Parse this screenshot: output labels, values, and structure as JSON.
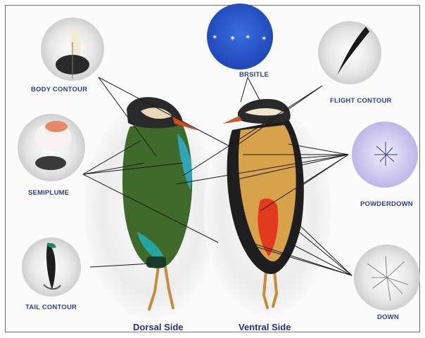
{
  "labels": {
    "body_contour": "BODY CONTOUR",
    "brsitle": "BRSITLE",
    "flight_contour": "FLIGHT CONTOUR",
    "semiplume": "SEMIPLUME",
    "powderdown": "POWDERDOWN",
    "tail_contour": "TAIL CONTOUR",
    "down": "DOWN",
    "dorsal_side": "Dorsal Side",
    "ventral_side": "Ventral Side"
  },
  "colors": {
    "label_text": "#2a3f8f",
    "bristle_bg": "#2a55c8",
    "powderdown_bg": "#c9c4ec",
    "dorsal_green": "#3f6a2a",
    "ventral_buff": "#d8a24a",
    "vent_red": "#e23a1e"
  }
}
